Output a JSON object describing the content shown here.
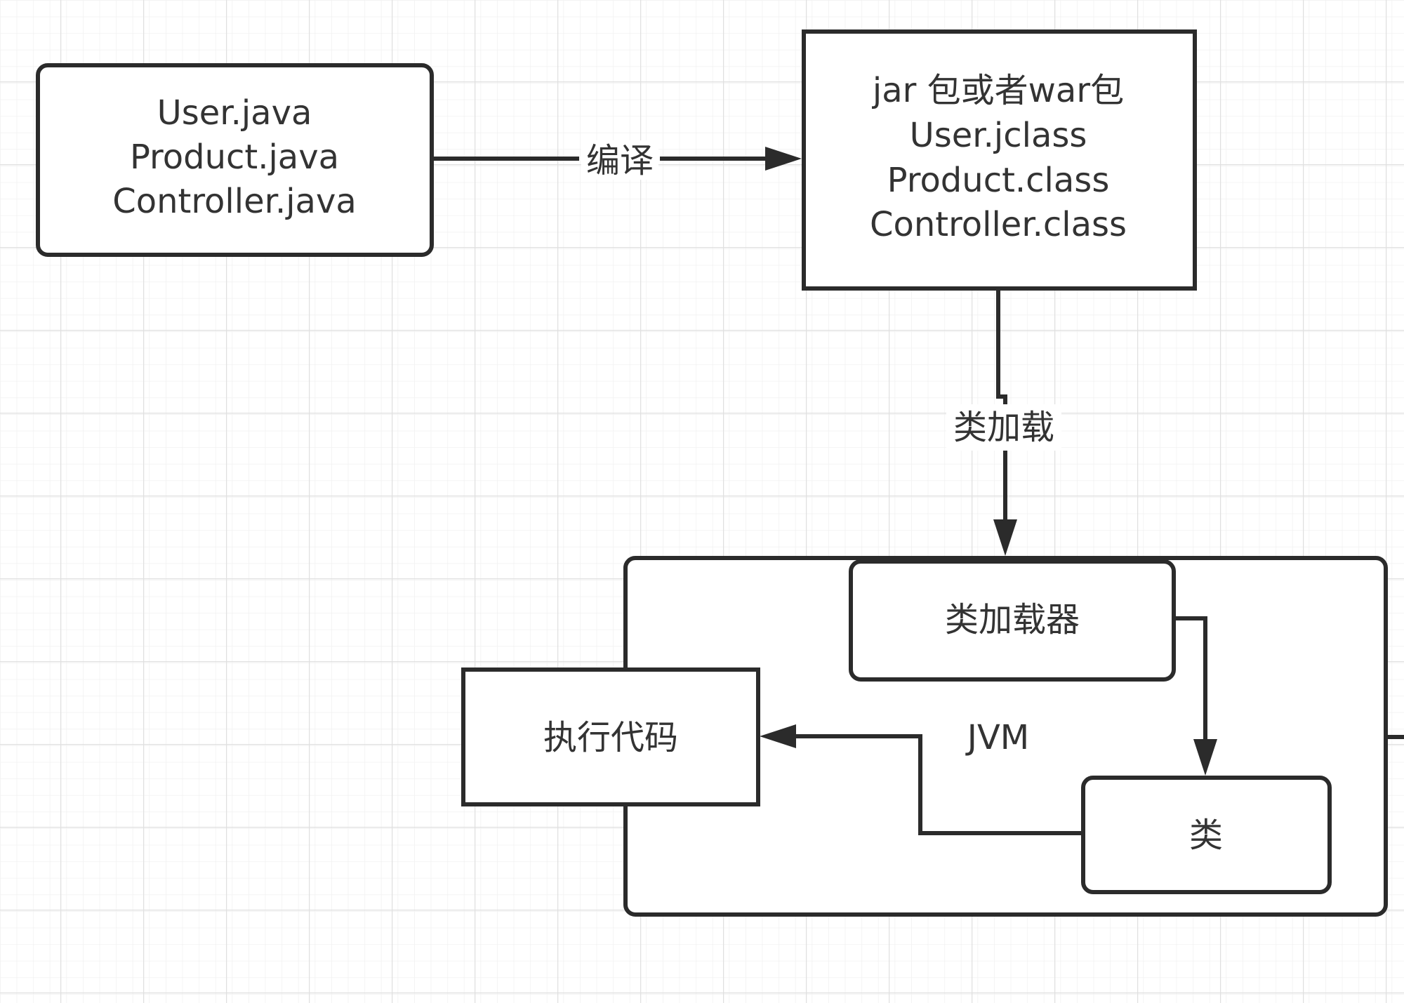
{
  "colors": {
    "stroke": "#2b2b2b",
    "text": "#333333",
    "grid_minor": "#f0f0f0",
    "grid_major": "#e2e2e2",
    "background": "#ffffff"
  },
  "nodes": {
    "source_files": {
      "lines": [
        "User.java",
        "Product.java",
        "Controller.java"
      ]
    },
    "package": {
      "lines": [
        "jar 包或者war包",
        "User.jclass",
        "Product.class",
        "Controller.class"
      ]
    },
    "jvm": {
      "label": "JVM"
    },
    "class_loader": {
      "label": "类加载器"
    },
    "class_node": {
      "label": "类"
    },
    "execute": {
      "label": "执行代码"
    }
  },
  "edges": {
    "compile": {
      "label": "编译"
    },
    "class_loading": {
      "label": "类加载"
    }
  }
}
